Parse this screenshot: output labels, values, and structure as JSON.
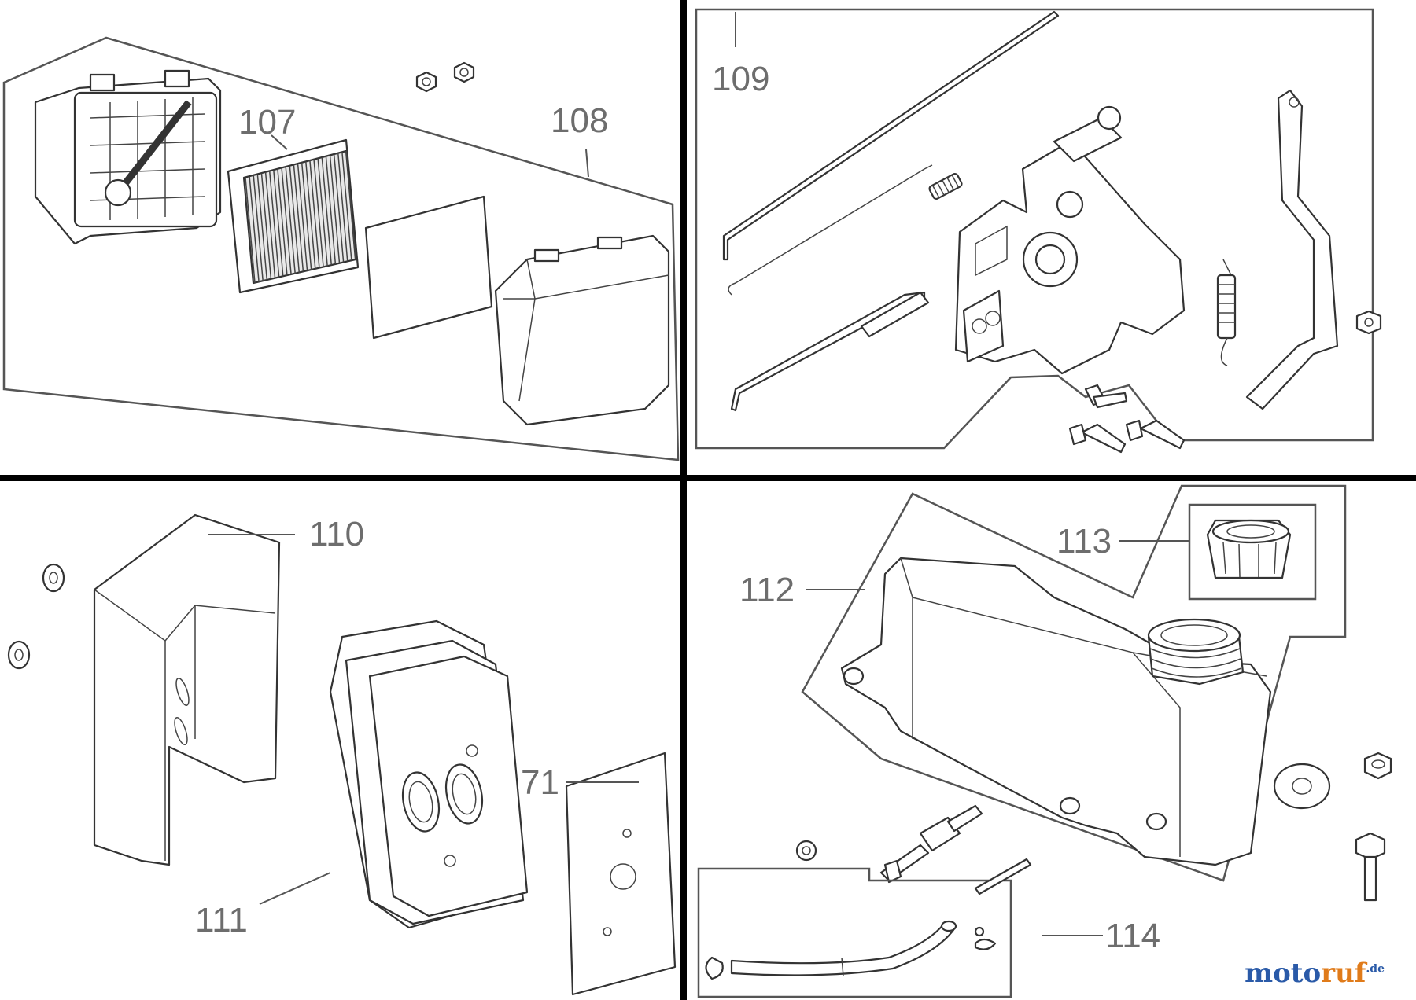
{
  "diagram": {
    "labels": {
      "l107": "107",
      "l108": "108",
      "l109": "109",
      "l110": "110",
      "l111": "111",
      "l71": "71",
      "l112": "112",
      "l113": "113",
      "l114": "114"
    },
    "watermark": {
      "part1": "moto",
      "part2": "ruf",
      "suffix": ".de"
    }
  }
}
